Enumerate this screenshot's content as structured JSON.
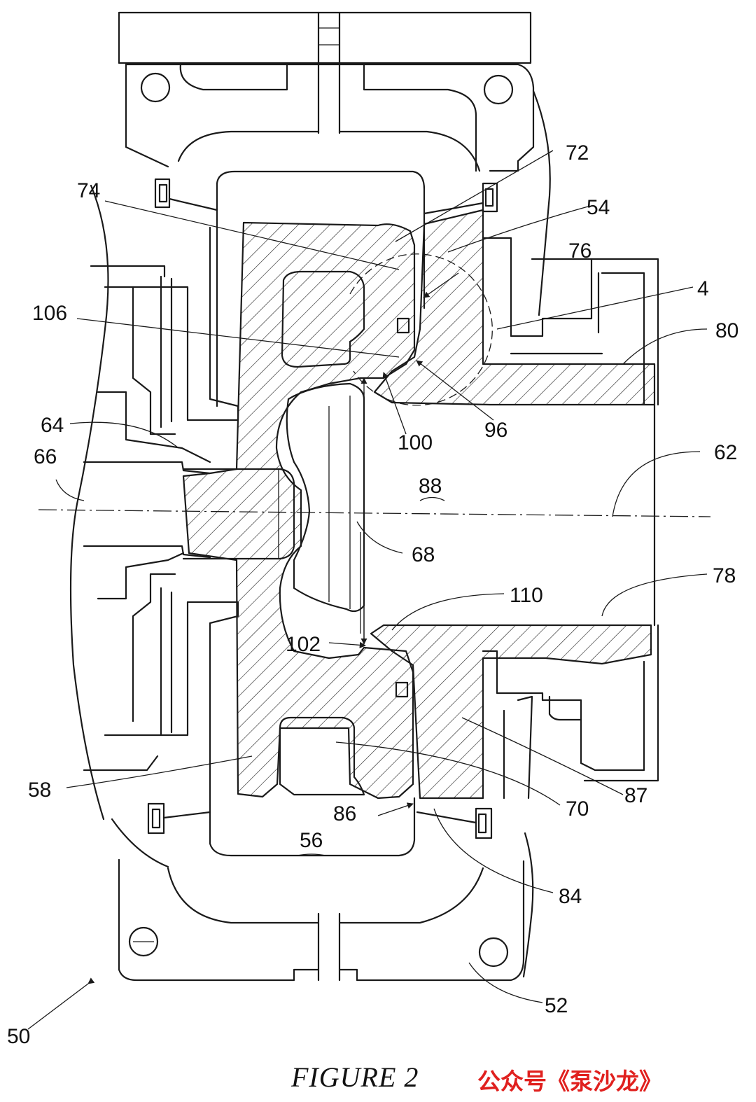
{
  "figure": {
    "caption": "FIGURE 2",
    "watermark": "公众号《泵沙龙》"
  },
  "reference_numerals": {
    "r50": "50",
    "r52": "52",
    "r54": "54",
    "r56": "56",
    "r58": "58",
    "r62": "62",
    "r64": "64",
    "r66": "66",
    "r68": "68",
    "r70": "70",
    "r72": "72",
    "r74": "74",
    "r76": "76",
    "r78": "78",
    "r80": "80",
    "r84": "84",
    "r86": "86",
    "r87": "87",
    "r88": "88",
    "r96": "96",
    "r100": "100",
    "r102": "102",
    "r106": "106",
    "r110": "110",
    "r4": "4"
  }
}
